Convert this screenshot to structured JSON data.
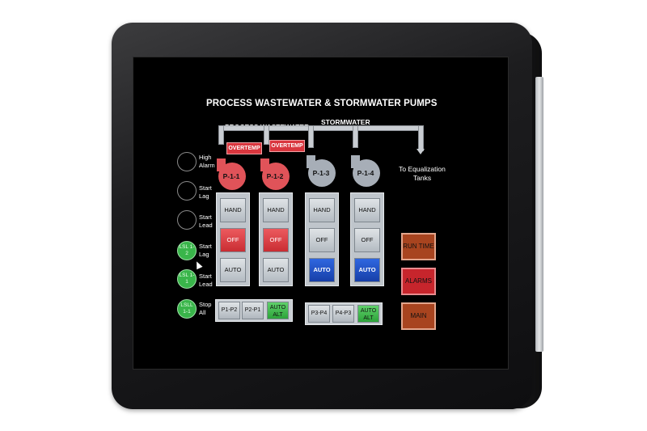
{
  "title": "PROCESS WASTEWATER & STORMWATER PUMPS",
  "sections": {
    "process": "PROCESS WASTEWATER",
    "storm": "STORMWATER"
  },
  "overtemp": [
    "OVERTEMP",
    "OVERTEMP"
  ],
  "pumps": [
    "P-1-1",
    "P-1-2",
    "P-1-3",
    "P-1-4"
  ],
  "equalization": "To Equalization Tanks",
  "indicators": [
    {
      "text": "",
      "label": "High Alarm",
      "state": "off"
    },
    {
      "text": "",
      "label": "Start Lag",
      "state": "off"
    },
    {
      "text": "",
      "label": "Start Lead",
      "state": "off"
    },
    {
      "text": "LSL 1-2",
      "label": "Start Lag",
      "state": "on"
    },
    {
      "text": "LSL 1-1",
      "label": "Start Lead",
      "state": "on"
    },
    {
      "text": "LSLL 1-1",
      "label": "Stop All",
      "state": "on"
    }
  ],
  "controls": [
    {
      "hand": "HAND",
      "off": "OFF",
      "auto": "AUTO"
    },
    {
      "hand": "HAND",
      "off": "OFF",
      "auto": "AUTO"
    },
    {
      "hand": "HAND",
      "off": "OFF",
      "auto": "AUTO"
    },
    {
      "hand": "HAND",
      "off": "OFF",
      "auto": "AUTO"
    }
  ],
  "alternation": {
    "group1": [
      "P1-P2",
      "P2-P1",
      "AUTO ALT"
    ],
    "group2": [
      "P3-P4",
      "P4-P3",
      "AUTO ALT"
    ]
  },
  "side_buttons": [
    "RUN TIME",
    "ALARMS",
    "MAIN"
  ],
  "colors": {
    "pump_running": "#e05359",
    "pump_idle": "#a7aeb7",
    "accent_red": "#d9363e",
    "accent_blue": "#2452c6",
    "accent_green": "#39b54a",
    "side_button": "#a8441f"
  }
}
